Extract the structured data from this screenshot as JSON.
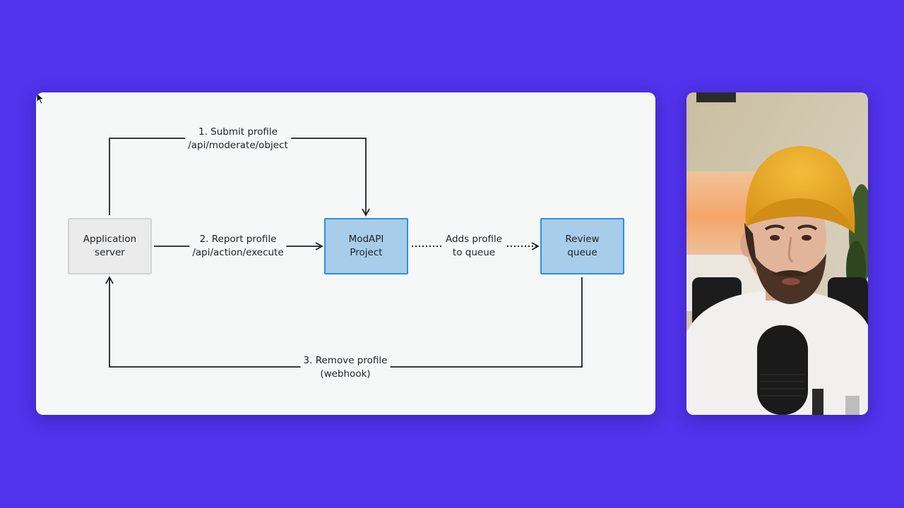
{
  "diagram": {
    "nodes": {
      "app_server": {
        "label": "Application\nserver"
      },
      "modapi": {
        "label": "ModAPI\nProject"
      },
      "review": {
        "label": "Review\nqueue"
      }
    },
    "edges": {
      "submit": {
        "label": "1. Submit profile\n/api/moderate/object"
      },
      "report": {
        "label": "2. Report profile\n/api/action/execute"
      },
      "queue": {
        "label": "Adds profile\nto queue"
      },
      "remove": {
        "label": "3. Remove profile\n(webhook)"
      }
    },
    "colors": {
      "background": "#5133ec",
      "slide": "#f6f8f7",
      "node_grey_fill": "#ebebeb",
      "node_blue_fill": "#a8cdea",
      "node_blue_border": "#2d8fde",
      "line": "#1d2127"
    }
  },
  "webcam": {
    "icon": "presenter-video"
  }
}
